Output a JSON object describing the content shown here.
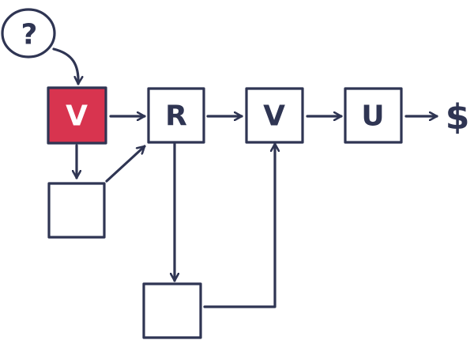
{
  "colors": {
    "ink": "#2f3553",
    "highlight": "#d8344f",
    "background": "#ffffff"
  },
  "nodes": {
    "question": {
      "label": "?"
    },
    "v1": {
      "label": "V",
      "highlighted": true
    },
    "r": {
      "label": "R"
    },
    "v2": {
      "label": "V"
    },
    "u": {
      "label": "U"
    },
    "dollar": {
      "label": "$"
    },
    "empty_a": {
      "label": ""
    },
    "empty_b": {
      "label": ""
    }
  }
}
